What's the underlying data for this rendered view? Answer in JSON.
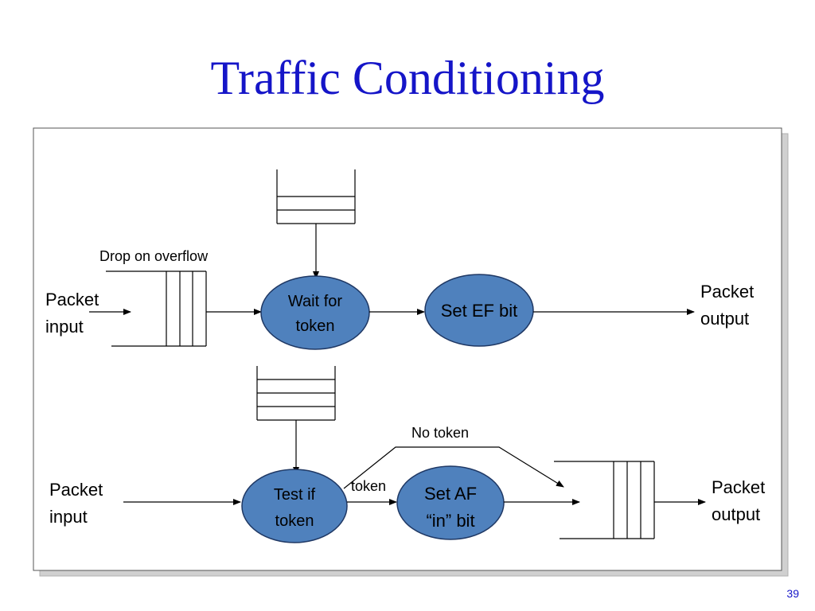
{
  "slide": {
    "title": "Traffic Conditioning",
    "page_number": "39"
  },
  "top_flow": {
    "input_label": [
      "Packet",
      "input"
    ],
    "queue_label": "Drop on overflow",
    "wait_node": [
      "Wait for",
      "token"
    ],
    "set_node": "Set EF bit",
    "output_label": [
      "Packet",
      "output"
    ]
  },
  "bottom_flow": {
    "input_label": [
      "Packet",
      "input"
    ],
    "test_node": [
      "Test if",
      "token"
    ],
    "token_label": "token",
    "set_node": [
      "Set AF",
      "“in” bit"
    ],
    "no_token_label": "No token",
    "output_label": [
      "Packet",
      "output"
    ]
  },
  "colors": {
    "title": "#1515c8",
    "node_fill": "#4f81bd",
    "node_stroke": "#1f3864"
  }
}
